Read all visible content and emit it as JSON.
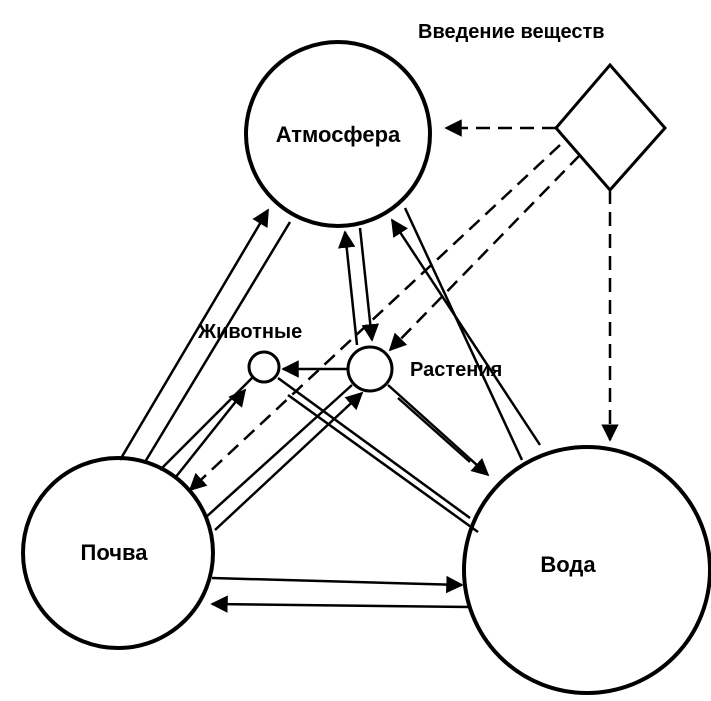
{
  "labels": {
    "source": "Введение веществ",
    "atmosphere": "Атмосфера",
    "animals": "Животные",
    "plants": "Растения",
    "soil": "Почва",
    "water": "Вода"
  },
  "colors": {
    "ink": "#000000",
    "paper": "#ffffff"
  }
}
